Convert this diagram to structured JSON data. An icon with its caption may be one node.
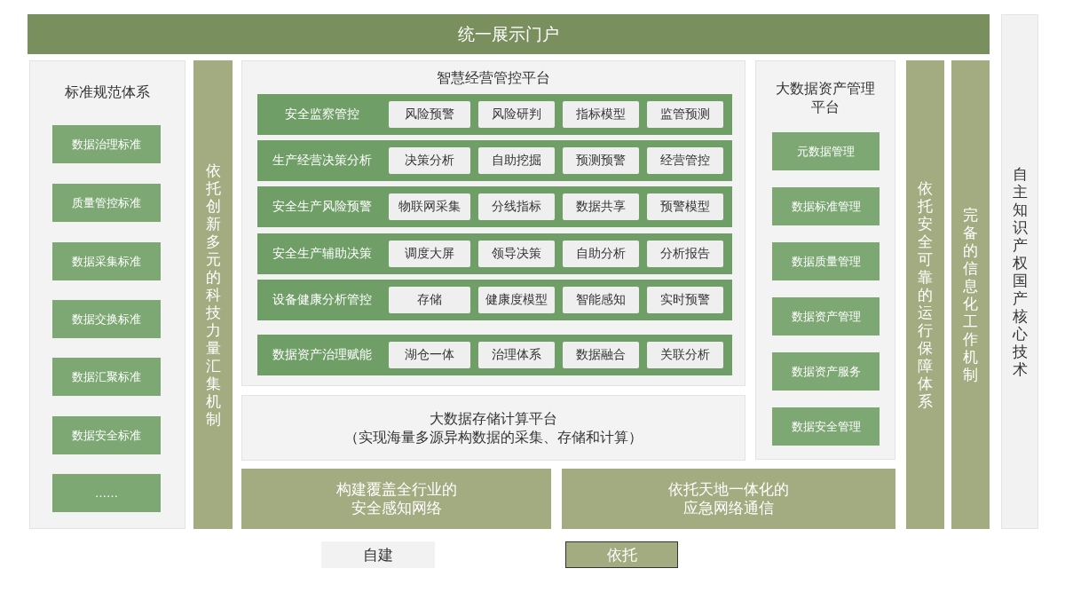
{
  "diagram": {
    "nodes": [
      {
        "text": [
          "统一展示门户"
        ]
      },
      {
        "text": [
          "标准规范体系"
        ]
      },
      {
        "text": [
          "数据治理标准"
        ],
        "in": 1
      },
      {
        "text": [
          "质量管控标准"
        ],
        "in": 1
      },
      {
        "text": [
          "数据采集标准"
        ],
        "in": 1
      },
      {
        "text": [
          "数据交换标准"
        ],
        "in": 1
      },
      {
        "text": [
          "数据汇聚标准"
        ],
        "in": 1
      },
      {
        "text": [
          "数据安全标准"
        ],
        "in": 1
      },
      {
        "text": [
          "……"
        ],
        "in": 1
      },
      {
        "text": [
          "依托创新多元的科技力量汇集机制"
        ]
      },
      {
        "text": [
          "智慧经营管控平台"
        ]
      },
      {
        "text": [
          "安全监察管控"
        ],
        "in": 10
      },
      {
        "text": [
          "风险预警"
        ],
        "in": 11
      },
      {
        "text": [
          "风险研判"
        ],
        "in": 11
      },
      {
        "text": [
          "指标模型"
        ],
        "in": 11
      },
      {
        "text": [
          "监管预测"
        ],
        "in": 11
      },
      {
        "text": [
          "生产经营决策分析"
        ],
        "in": 10
      },
      {
        "text": [
          "决策分析"
        ],
        "in": 16
      },
      {
        "text": [
          "自助挖掘"
        ],
        "in": 16
      },
      {
        "text": [
          "预测预警"
        ],
        "in": 16
      },
      {
        "text": [
          "经营管控"
        ],
        "in": 16
      },
      {
        "text": [
          "安全生产风险预警"
        ],
        "in": 10
      },
      {
        "text": [
          "物联网采集"
        ],
        "in": 21
      },
      {
        "text": [
          "分线指标"
        ],
        "in": 21
      },
      {
        "text": [
          "数据共享"
        ],
        "in": 21
      },
      {
        "text": [
          "预警模型"
        ],
        "in": 21
      },
      {
        "text": [
          "安全生产辅助决策"
        ],
        "in": 10
      },
      {
        "text": [
          "调度大屏"
        ],
        "in": 26
      },
      {
        "text": [
          "领导决策"
        ],
        "in": 26
      },
      {
        "text": [
          "自助分析"
        ],
        "in": 26
      },
      {
        "text": [
          "分析报告"
        ],
        "in": 26
      },
      {
        "text": [
          "设备健康分析管控"
        ],
        "in": 10
      },
      {
        "text": [
          "存储"
        ],
        "in": 31
      },
      {
        "text": [
          "健康度模型"
        ],
        "in": 31
      },
      {
        "text": [
          "智能感知"
        ],
        "in": 31
      },
      {
        "text": [
          "实时预警"
        ],
        "in": 31
      },
      {
        "text": [
          "数据资产治理赋能"
        ],
        "in": 10
      },
      {
        "text": [
          "湖仓一体"
        ],
        "in": 36
      },
      {
        "text": [
          "治理体系"
        ],
        "in": 36
      },
      {
        "text": [
          "数据融合"
        ],
        "in": 36
      },
      {
        "text": [
          "关联分析"
        ],
        "in": 36
      },
      {
        "text": [
          "大数据存储计算平台",
          "（实现海量多源异构数据的采集、存储和计算）"
        ]
      },
      {
        "text": [
          "构建覆盖全行业的安全感知网络"
        ]
      },
      {
        "text": [
          "依托天地一体化的应急网络通信"
        ]
      },
      {
        "text": [
          "大数据资产管理平台"
        ]
      },
      {
        "text": [
          "元数据管理"
        ],
        "in": 44
      },
      {
        "text": [
          "数据标准管理"
        ],
        "in": 44
      },
      {
        "text": [
          "数据质量管理"
        ],
        "in": 44
      },
      {
        "text": [
          "数据资产管理"
        ],
        "in": 44
      },
      {
        "text": [
          "数据资产服务"
        ],
        "in": 44
      },
      {
        "text": [
          "数据安全管理"
        ],
        "in": 44
      },
      {
        "text": [
          "依托安全可靠的运行保障体系"
        ]
      },
      {
        "text": [
          "完备的信息化工作机制"
        ]
      },
      {
        "text": [
          "自主知识产权国产核心技术"
        ]
      }
    ],
    "legend": [
      {
        "text": "自建",
        "color": "#f2f2f2"
      },
      {
        "text": "依托",
        "color": "#a3ab80"
      }
    ]
  }
}
